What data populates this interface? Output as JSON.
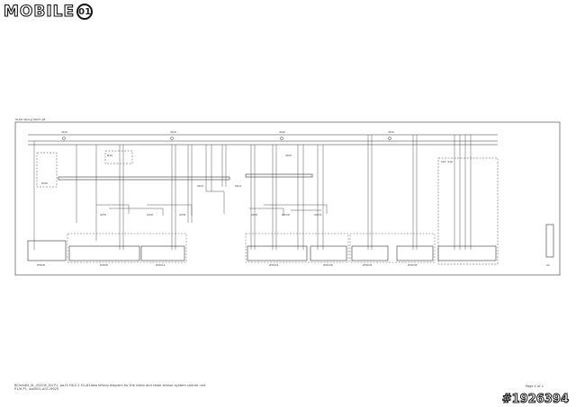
{
  "brand": {
    "logo_text": "MOBILE",
    "logo_badge": "01"
  },
  "watermark": "#1926394",
  "diagram": {
    "header_label": "W-Fat Wiring SW77 aft",
    "bus_labels": [
      "30/0",
      "30/0",
      "30/0",
      "30/0"
    ],
    "side_box_label": "Ctrl: 21b",
    "component_labels": [
      "W30",
      "X2/5",
      "X2/6",
      "X2/8",
      "X2/9",
      "X2/10",
      "X2/11",
      "X6/3",
      "X6/4",
      "X6/5",
      "N10",
      "A1"
    ],
    "connector_labels": [
      "Z30/8",
      "Z30/9",
      "Z30/11",
      "Z30/21",
      "Z30/26",
      "Z30/31",
      "Z30/32"
    ]
  },
  "footer": {
    "line1": "BCinfo64_SL_SSSOE_D4 P1, pa15 Fdr2.2 SG-81dwa   Wiring diagram for the video and radar sensor system control unit",
    "line2": "P1/H P1, aa0001-A01-M025",
    "page": "Page 1 of 1"
  }
}
